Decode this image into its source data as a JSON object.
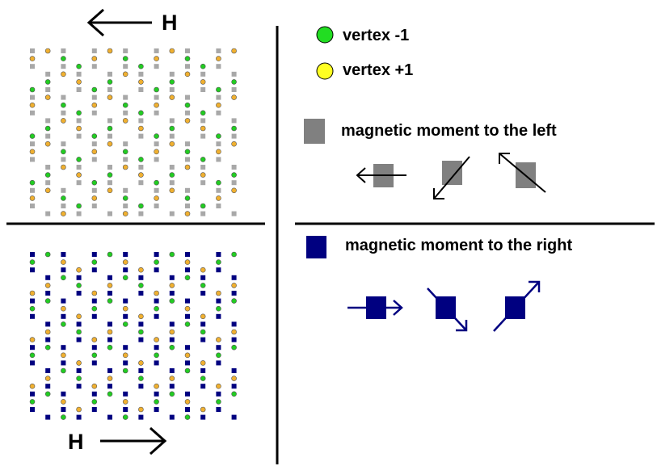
{
  "field_label": "H",
  "legend": {
    "vertex_minus": {
      "label": "vertex -1",
      "color": "#22dd22"
    },
    "vertex_plus": {
      "label": "vertex +1",
      "color": "#ffff22"
    },
    "moment_left": {
      "label": "magnetic moment to the left",
      "color": "#808080"
    },
    "moment_right": {
      "label": "magnetic moment to the right",
      "color": "#000080"
    }
  },
  "lattice_colors": {
    "green_dot": "#22cc22",
    "orange_dot": "#f0b030",
    "gray_square": "#a8a8a8",
    "navy_square": "#000080"
  },
  "colors": {
    "line": "#000000",
    "arrow_dark": "#000080"
  }
}
